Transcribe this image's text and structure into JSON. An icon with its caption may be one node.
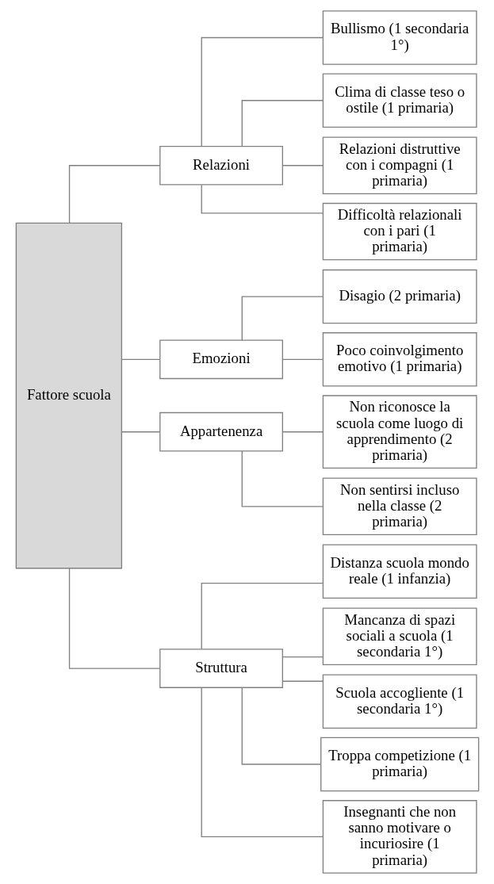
{
  "diagram": {
    "nodes": [
      {
        "text": [
          "Fattore scuola"
        ]
      },
      {
        "text": [
          "Relazioni"
        ]
      },
      {
        "text": [
          "Bullismo (1 secondaria 1°)"
        ]
      },
      {
        "text": [
          "Clima di classe teso o ostile (1 primaria)"
        ]
      },
      {
        "text": [
          "Relazioni distruttive con i compagni (1 primaria)"
        ]
      },
      {
        "text": [
          "Difficoltà relazionali con i pari (1 primaria)"
        ]
      },
      {
        "text": [
          "Emozioni"
        ]
      },
      {
        "text": [
          "Disagio (2 primaria)"
        ]
      },
      {
        "text": [
          "Poco coinvolgimento emotivo (1 primaria)"
        ]
      },
      {
        "text": [
          "Appartenenza"
        ]
      },
      {
        "text": [
          "Non riconosce la scuola come luogo di apprendimento (2 primaria)"
        ]
      },
      {
        "text": [
          "Non sentirsi incluso nella classe (2 primaria)"
        ]
      },
      {
        "text": [
          "Struttura"
        ]
      },
      {
        "text": [
          "Distanza scuola mondo reale (1 infanzia)"
        ]
      },
      {
        "text": [
          "Mancanza di spazi sociali a scuola (1 secondaria 1°)"
        ]
      },
      {
        "text": [
          "Scuola accogliente (1 secondaria 1°)"
        ]
      },
      {
        "text": [
          "Troppa competizione (1 primaria)"
        ]
      },
      {
        "text": [
          "Insegnanti che non sanno motivare o incuriosire (1 primaria)"
        ]
      }
    ],
    "edges": [
      {
        "from": 0,
        "to": 1,
        "arrow": "none"
      },
      {
        "from": 0,
        "to": 6,
        "arrow": "none"
      },
      {
        "from": 0,
        "to": 9,
        "arrow": "none"
      },
      {
        "from": 0,
        "to": 12,
        "arrow": "none"
      },
      {
        "from": 1,
        "to": 2,
        "arrow": "none"
      },
      {
        "from": 1,
        "to": 3,
        "arrow": "none"
      },
      {
        "from": 1,
        "to": 4,
        "arrow": "none"
      },
      {
        "from": 1,
        "to": 5,
        "arrow": "none"
      },
      {
        "from": 6,
        "to": 7,
        "arrow": "none"
      },
      {
        "from": 6,
        "to": 8,
        "arrow": "none"
      },
      {
        "from": 9,
        "to": 10,
        "arrow": "none"
      },
      {
        "from": 9,
        "to": 11,
        "arrow": "none"
      },
      {
        "from": 12,
        "to": 13,
        "arrow": "none"
      },
      {
        "from": 12,
        "to": 14,
        "arrow": "none"
      },
      {
        "from": 12,
        "to": 15,
        "arrow": "none"
      },
      {
        "from": 12,
        "to": 16,
        "arrow": "none"
      },
      {
        "from": 12,
        "to": 17,
        "arrow": "none"
      }
    ]
  }
}
